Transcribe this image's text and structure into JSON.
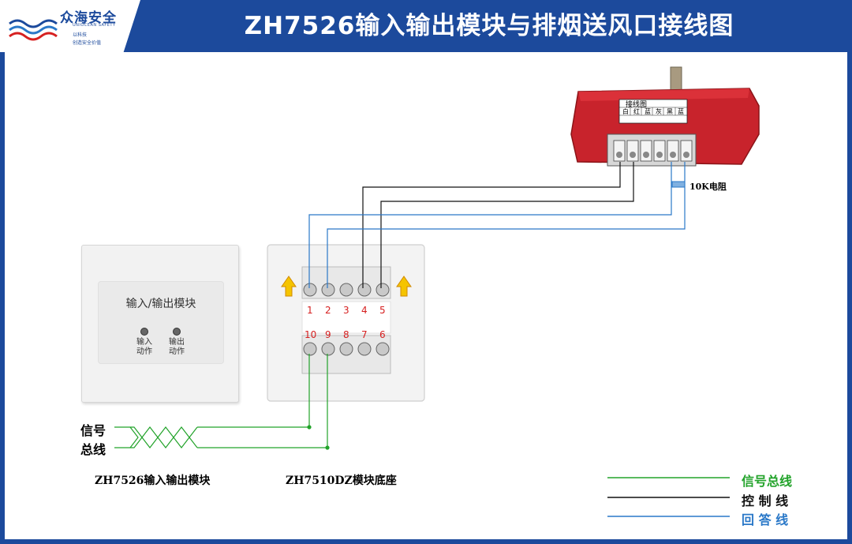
{
  "logo": {
    "name": "众海安全",
    "en": "UNIOCEAN SAFETY",
    "slogan1": "以科技",
    "slogan2": "创造安全价值"
  },
  "title": "ZH7526输入输出模块与排烟送风口接线图",
  "module_face": {
    "title": "输入/输出模块",
    "led_in": "输入\n动作",
    "led_out": "输出\n动作"
  },
  "terminals": {
    "top": [
      "1",
      "2",
      "3",
      "4",
      "5"
    ],
    "bottom": [
      "10",
      "9",
      "8",
      "7",
      "6"
    ]
  },
  "resistor_label": "10K电阻",
  "damper_plate": {
    "header": "接线图",
    "cols": [
      "白",
      "红",
      "蓝",
      "灰",
      "黑",
      "蓝"
    ]
  },
  "signal_bus_label_line1": "信号",
  "signal_bus_label_line2": "总线",
  "caption_module": "ZH7526输入输出模块",
  "caption_base": "ZH7510DZ模块底座",
  "legend": [
    {
      "label": "信号总线",
      "color": "#22a32a"
    },
    {
      "label": "控 制 线",
      "color": "#111111"
    },
    {
      "label": "回 答 线",
      "color": "#2a78c8"
    }
  ]
}
